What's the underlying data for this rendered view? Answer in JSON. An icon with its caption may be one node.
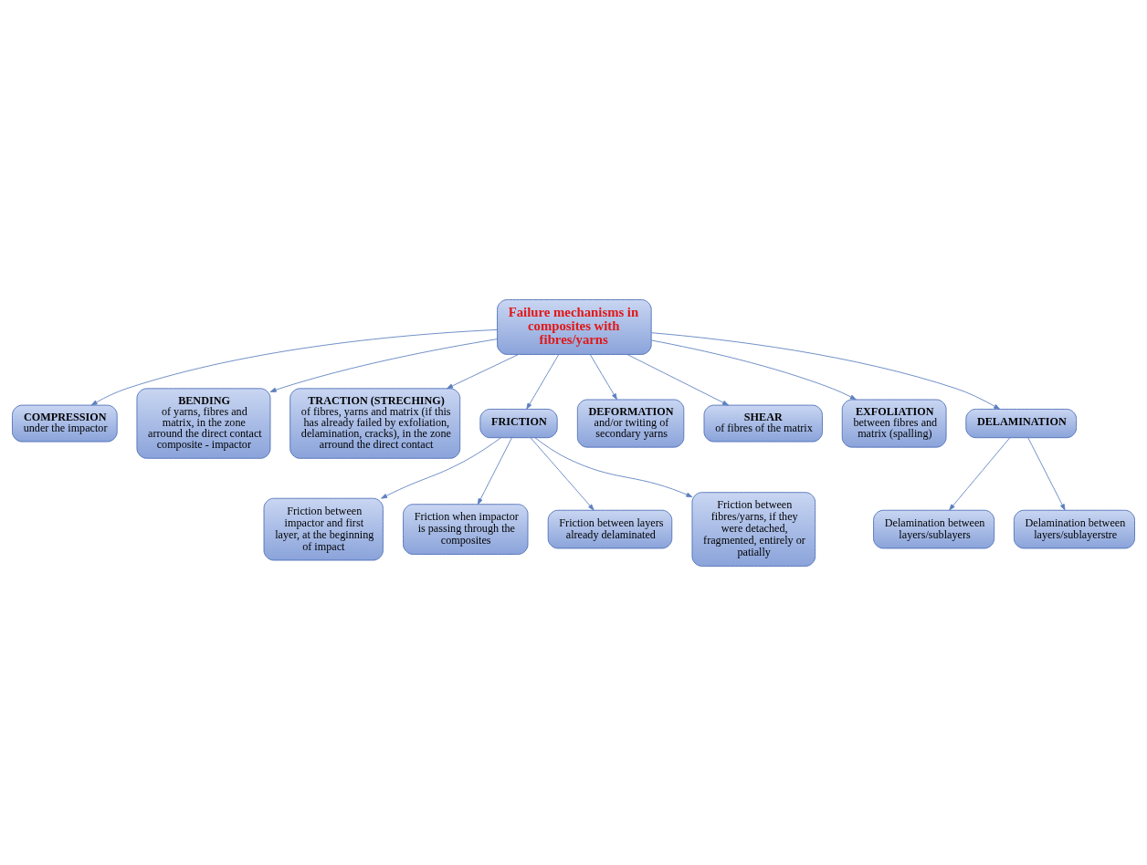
{
  "diagram": {
    "nodes": [
      {
        "text": [
          "Failure mechanisms in composites with fibres/yarns"
        ]
      },
      {
        "text": [
          "COMPRESSION",
          "under the impactor"
        ]
      },
      {
        "text": [
          "BENDING",
          "of yarns, fibres and matrix, in the zone arround the direct contact composite - impactor"
        ]
      },
      {
        "text": [
          "TRACTION (STRECHING)",
          "of fibres, yarns and matrix (if this has already failed by exfoliation, delamination, cracks), in the zone arround the direct contact"
        ]
      },
      {
        "text": [
          "FRICTION"
        ]
      },
      {
        "text": [
          "DEFORMATION",
          "and/or twiting of secondary yarns"
        ]
      },
      {
        "text": [
          "SHEAR",
          "of fibres of the matrix"
        ]
      },
      {
        "text": [
          "EXFOLIATION",
          "between fibres and matrix (spalling)"
        ]
      },
      {
        "text": [
          "DELAMINATION"
        ]
      },
      {
        "text": [
          "Delamination between layers/sublayers"
        ]
      },
      {
        "text": [
          "Delamination between layers/sublayerstre"
        ]
      },
      {
        "text": [
          "Friction between impactor and first layer, at the beginning of impact"
        ]
      },
      {
        "text": [
          "Friction when impactor is passing through the composites"
        ]
      },
      {
        "text": [
          "Friction between layers already delaminated"
        ]
      },
      {
        "text": [
          "Friction between fibres/yarns, if they were detached, fragmented, entirely or patially"
        ]
      }
    ],
    "edges": [
      {
        "from": 0,
        "to": 1,
        "arrow": "to"
      },
      {
        "from": 0,
        "to": 2,
        "arrow": "to"
      },
      {
        "from": 0,
        "to": 3,
        "arrow": "to"
      },
      {
        "from": 0,
        "to": 4,
        "arrow": "to"
      },
      {
        "from": 0,
        "to": 5,
        "arrow": "to"
      },
      {
        "from": 0,
        "to": 6,
        "arrow": "to"
      },
      {
        "from": 0,
        "to": 7,
        "arrow": "to"
      },
      {
        "from": 0,
        "to": 8,
        "arrow": "to"
      },
      {
        "from": 8,
        "to": 9,
        "arrow": "to"
      },
      {
        "from": 8,
        "to": 10,
        "arrow": "to"
      },
      {
        "from": 4,
        "to": 11,
        "arrow": "to"
      },
      {
        "from": 4,
        "to": 12,
        "arrow": "to"
      },
      {
        "from": 4,
        "to": 13,
        "arrow": "to"
      },
      {
        "from": 4,
        "to": 14,
        "arrow": "to"
      }
    ]
  }
}
